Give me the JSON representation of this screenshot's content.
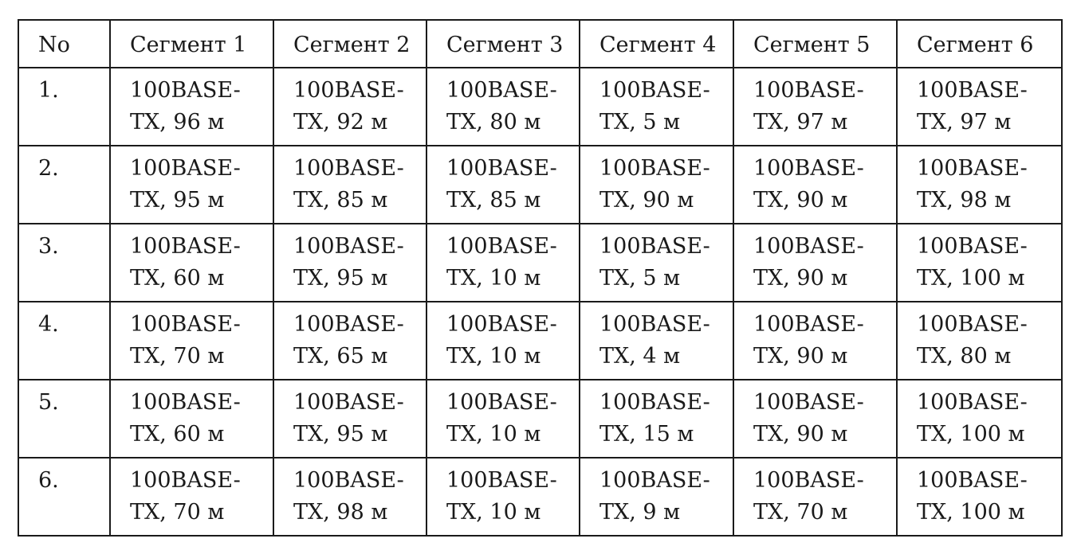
{
  "table": {
    "headers": [
      "No",
      "Сегмент 1",
      "Сегмент 2",
      "Сегмент 3",
      "Сегмент 4",
      "Сегмент 5",
      "Сегмент 6"
    ],
    "rows": [
      {
        "no": "1.",
        "cells": [
          {
            "line1": "100BASE-",
            "line2": "TX, 96 м"
          },
          {
            "line1": "100BASE-",
            "line2": "TX, 92 м"
          },
          {
            "line1": "100BASE-",
            "line2": "TX, 80 м"
          },
          {
            "line1": "100BASE-",
            "line2": "TX, 5 м"
          },
          {
            "line1": "100BASE-",
            "line2": "TX, 97 м"
          },
          {
            "line1": "100BASE-",
            "line2": "TX, 97 м"
          }
        ]
      },
      {
        "no": "2.",
        "cells": [
          {
            "line1": "100BASE-",
            "line2": "TX, 95 м"
          },
          {
            "line1": "100BASE-",
            "line2": "TX, 85 м"
          },
          {
            "line1": "100BASE-",
            "line2": "TX, 85 м"
          },
          {
            "line1": "100BASE-",
            "line2": "TX, 90 м"
          },
          {
            "line1": "100BASE-",
            "line2": "TX, 90 м"
          },
          {
            "line1": "100BASE-",
            "line2": "TX, 98 м"
          }
        ]
      },
      {
        "no": "3.",
        "cells": [
          {
            "line1": "100BASE-",
            "line2": "TX, 60 м"
          },
          {
            "line1": "100BASE-",
            "line2": "TX, 95 м"
          },
          {
            "line1": "100BASE-",
            "line2": "TX, 10 м"
          },
          {
            "line1": "100BASE-",
            "line2": "TX, 5 м"
          },
          {
            "line1": "100BASE-",
            "line2": "TX, 90 м"
          },
          {
            "line1": "100BASE-",
            "line2": "TX, 100 м"
          }
        ]
      },
      {
        "no": "4.",
        "cells": [
          {
            "line1": "100BASE-",
            "line2": "TX, 70 м"
          },
          {
            "line1": "100BASE-",
            "line2": "TX, 65 м"
          },
          {
            "line1": "100BASE-",
            "line2": "TX, 10 м"
          },
          {
            "line1": "100BASE-",
            "line2": "TX, 4 м"
          },
          {
            "line1": "100BASE-",
            "line2": "TX, 90 м"
          },
          {
            "line1": "100BASE-",
            "line2": "TX, 80 м"
          }
        ]
      },
      {
        "no": "5.",
        "cells": [
          {
            "line1": "100BASE-",
            "line2": "TX, 60 м"
          },
          {
            "line1": "100BASE-",
            "line2": "TX, 95 м"
          },
          {
            "line1": "100BASE-",
            "line2": "TX, 10 м"
          },
          {
            "line1": "100BASE-",
            "line2": "TX, 15 м"
          },
          {
            "line1": "100BASE-",
            "line2": "TX, 90 м"
          },
          {
            "line1": "100BASE-",
            "line2": "TX, 100 м"
          }
        ]
      },
      {
        "no": "6.",
        "cells": [
          {
            "line1": "100BASE-",
            "line2": "TX, 70 м"
          },
          {
            "line1": "100BASE-",
            "line2": "TX, 98 м"
          },
          {
            "line1": "100BASE-",
            "line2": "TX, 10 м"
          },
          {
            "line1": "100BASE-",
            "line2": "TX, 9 м"
          },
          {
            "line1": "100BASE-",
            "line2": "TX, 70 м"
          },
          {
            "line1": "100BASE-",
            "line2": "TX, 100 м"
          }
        ]
      }
    ]
  }
}
